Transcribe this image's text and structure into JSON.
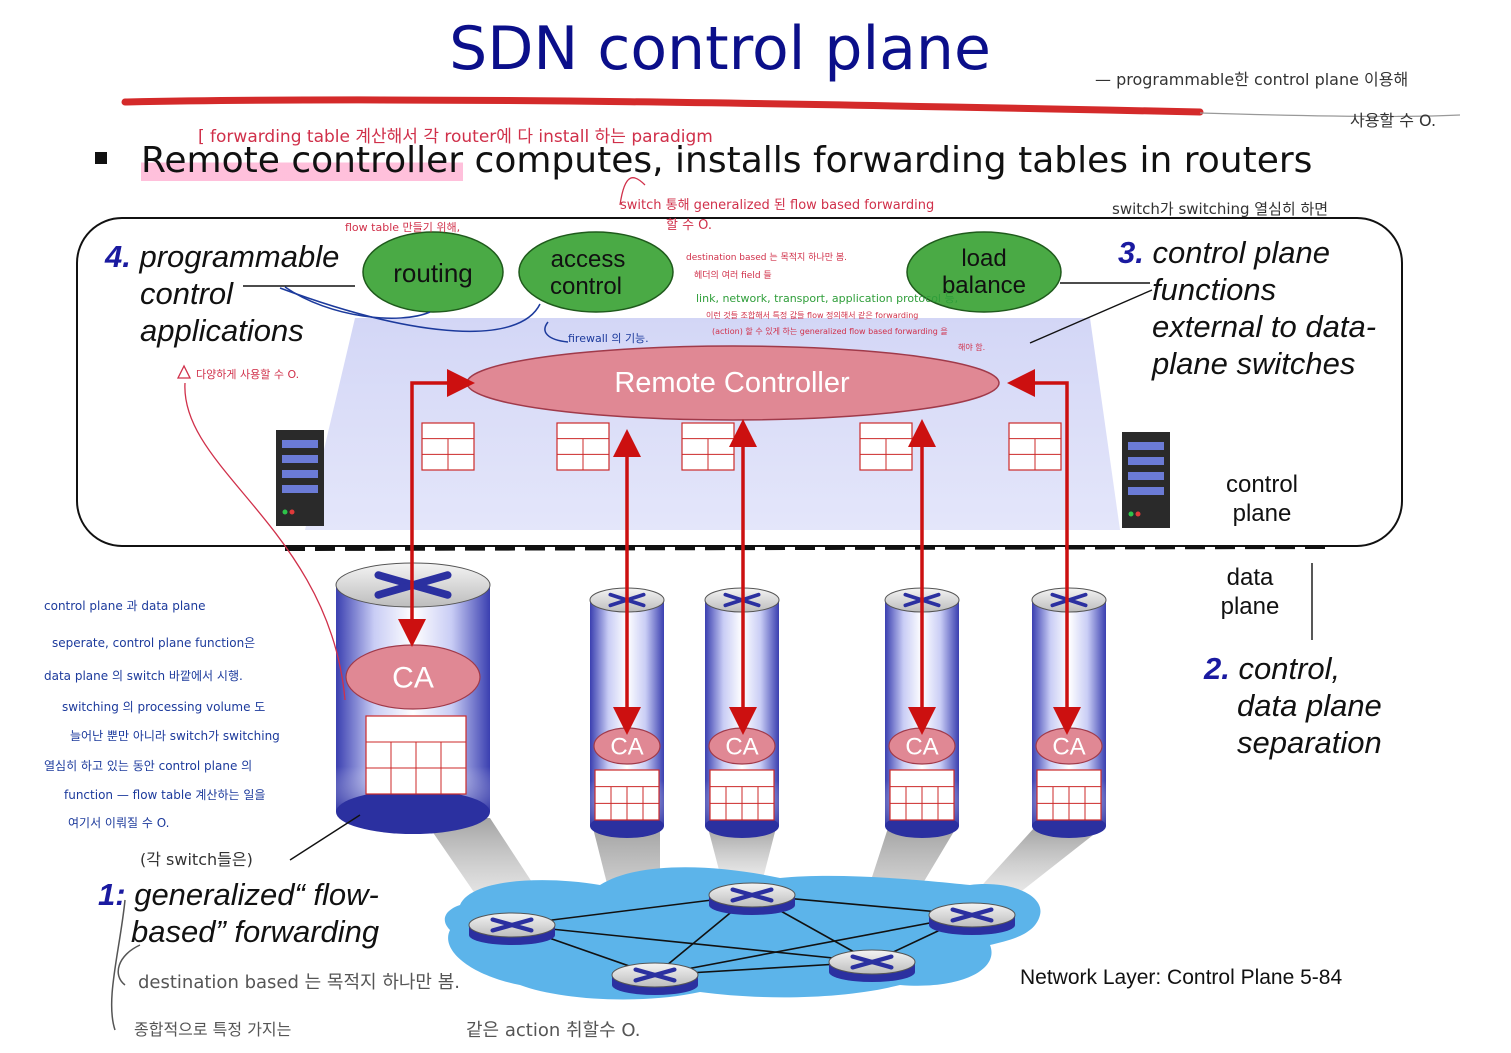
{
  "title": "SDN control plane",
  "bullet": {
    "highlight": "Remote controller",
    "rest": " computes, installs forwarding tables in routers"
  },
  "labels": {
    "l4_num": "4.",
    "l4_text": [
      "programmable",
      "control",
      "applications"
    ],
    "l3_num": "3.",
    "l3_text": [
      "control plane",
      "functions",
      "external to data-",
      "plane switches"
    ],
    "l2_num": "2.",
    "l2_text": [
      "control,",
      "data plane",
      "separation"
    ],
    "l1_num": "1:",
    "l1_text": [
      "generalized“ flow-",
      "based” forwarding"
    ],
    "control_plane": [
      "control",
      "plane"
    ],
    "data_plane": [
      "data",
      "plane"
    ]
  },
  "apps": [
    {
      "lines": [
        "routing"
      ]
    },
    {
      "lines": [
        "access",
        "control"
      ]
    },
    {
      "lines": [
        "load",
        "balance"
      ]
    }
  ],
  "controller_label": "Remote Controller",
  "ca_label": "CA",
  "footer": "Network Layer: Control Plane  5-84",
  "colors": {
    "title": "#0b0f8a",
    "app_fill": "#4aaa45",
    "controller_fill": "#e08894",
    "arrow": "#cc1010",
    "band": "#c8ccf4",
    "cloud": "#5cb4ea"
  },
  "handwritten_notes": {
    "top_right_1": "— programmable한 control plane 이용해",
    "top_right_2": "사용할 수 O.",
    "title_note": "[ forwarding table 계산해서 각 router에 다 install 하는 paradigm",
    "switch_note": "switch 통해 generalized 된 flow based forwarding",
    "switch_note_2": "할 수 O.",
    "switch_switching": "switch가 switching 열심히 하면",
    "flow_table": "flow table 만들기 위해,",
    "firewall": "firewall 의 기능.",
    "various": "다양하게 사용할 수 O.",
    "dest1": "destination based 는 목적지 하나만 봄.",
    "dest2": "헤더의 여러 field 들",
    "dest3": "link, network, transport, application protocol 등,",
    "dest4": "이런 것들 조합해서 특정 값들 flow 정의해서 같은 forwarding",
    "dest5": "(action) 할 수 있게 하는 generalized flow based forwarding 을",
    "dest6": "해야 함.",
    "left1": "control plane 과 data plane",
    "left2": "seperate,  control plane function은",
    "left3": "data plane 의 switch 바깥에서 시행.",
    "left4": "switching 의 processing volume 도",
    "left5": "늘어난 뿐만 아니라 switch가 switching",
    "left6": "열심히 하고 있는 동안 control plane 의",
    "left7": "function — flow table 계산하는 일을",
    "left8": "여기서 이뤄질 수 O.",
    "each_switch": "(각 switch들은)",
    "bottom1": "destination based 는 목적지 하나만 봄.",
    "bottom2": "종합적으로 특정 가지는",
    "bottom3": "같은 action 취할수 O."
  }
}
